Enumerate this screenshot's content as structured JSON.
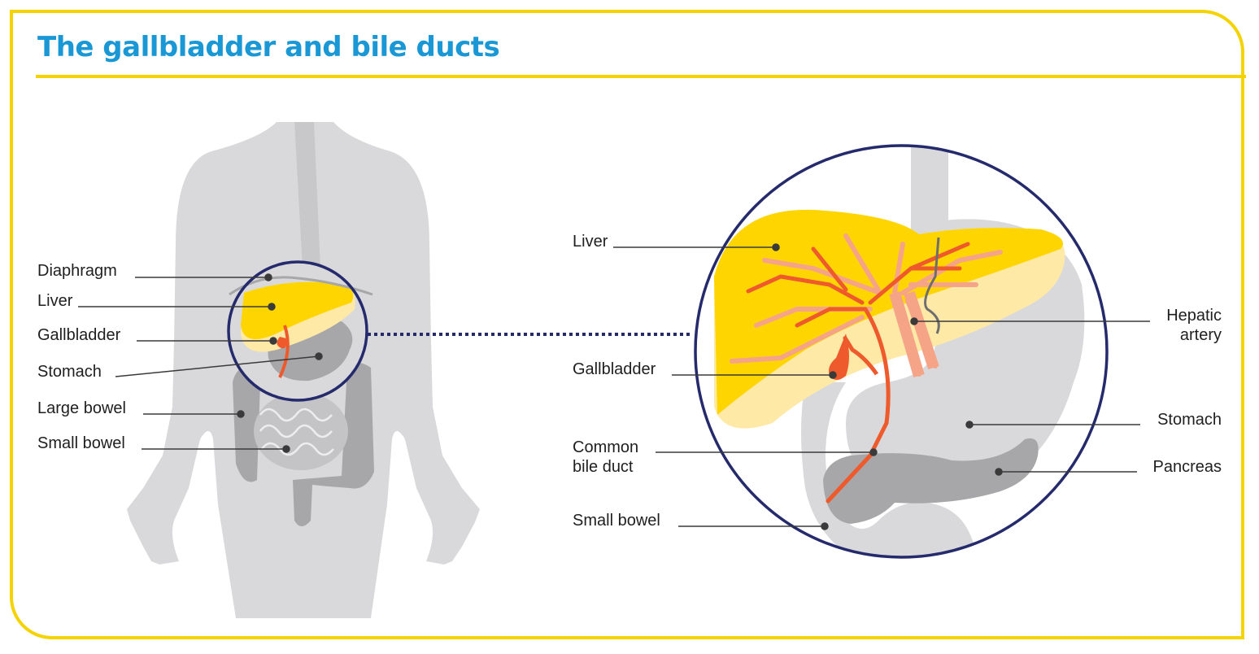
{
  "title": "The gallbladder and bile ducts",
  "colors": {
    "frame": "#F5D300",
    "title": "#1A97D5",
    "body": "#D9D9DB",
    "organ_dark": "#A7A7A9",
    "liver": "#FFD500",
    "liver_light": "#FFE9A6",
    "bile_duct": "#EE5A2C",
    "vessels": "#F6A488",
    "circle": "#242A6B"
  },
  "body_labels": {
    "diaphragm": "Diaphragm",
    "liver": "Liver",
    "gallbladder": "Gallbladder",
    "stomach": "Stomach",
    "large_bowel": "Large bowel",
    "small_bowel": "Small bowel"
  },
  "detail_labels": {
    "liver": "Liver",
    "gallbladder": "Gallbladder",
    "common_bile_duct_line1": "Common",
    "common_bile_duct_line2": "bile duct",
    "small_bowel": "Small bowel",
    "hepatic_artery_line1": "Hepatic",
    "hepatic_artery_line2": "artery",
    "stomach": "Stomach",
    "pancreas": "Pancreas"
  }
}
